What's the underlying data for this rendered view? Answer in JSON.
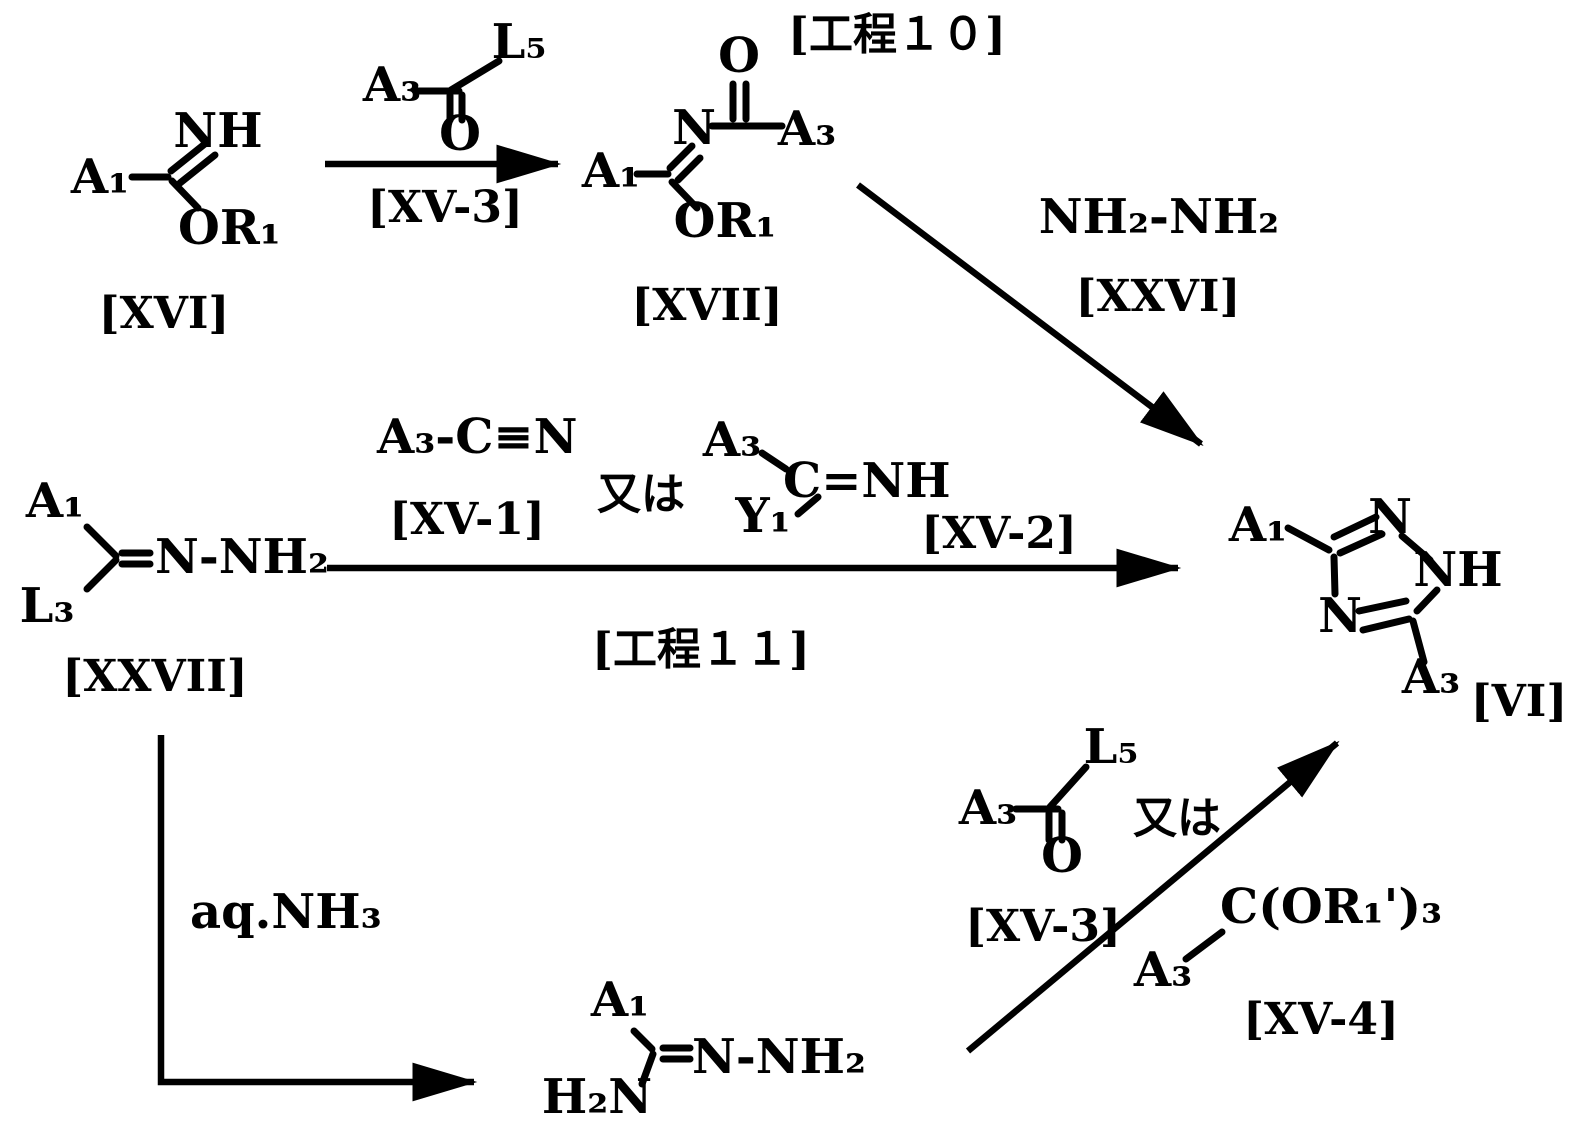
{
  "figure": {
    "step10_label": "[工程１０]",
    "step11_label": "[工程１１]"
  },
  "compounds": {
    "xvi": {
      "nh": "NH",
      "a1": "A₁",
      "or1": "OR₁",
      "tag": "[XVI]"
    },
    "xvii": {
      "o": "O",
      "n": "N",
      "a3": "A₃",
      "a1": "A₁",
      "or1": "OR₁",
      "tag": "[XVII]"
    },
    "xxvii": {
      "a1": "A₁",
      "l3": "L₃",
      "chain": "N-NH₂",
      "tag": "[XXVII]"
    },
    "amidrazone": {
      "a1": "A₁",
      "h2n": "H₂N",
      "chain": "N-NH₂"
    },
    "vi": {
      "a1": "A₁",
      "n_top": "N",
      "nh": "NH",
      "n_bot": "N",
      "a3": "A₃",
      "tag": "[VI]"
    }
  },
  "reagents": {
    "xv3_top": {
      "a3": "A₃",
      "l5": "L₅",
      "o": "O",
      "tag": "[XV-3]"
    },
    "hydrazine": {
      "formula": "NH₂-NH₂",
      "tag": "[XXVI]"
    },
    "xv1": {
      "formula": "A₃-C≡N",
      "tag": "[XV-1]"
    },
    "or_mid": "又は",
    "xv2": {
      "a3": "A₃",
      "y1": "Y₁",
      "cnh": "C=NH",
      "tag": "[XV-2]"
    },
    "aq_nh3": "aq.NH₃",
    "xv3_bot": {
      "a3": "A₃",
      "l5": "L₅",
      "o": "O",
      "tag": "[XV-3]"
    },
    "or_bot": "又は",
    "xv4": {
      "a3": "A₃",
      "formula": "C(OR₁')₃",
      "tag": "[XV-4]"
    }
  }
}
